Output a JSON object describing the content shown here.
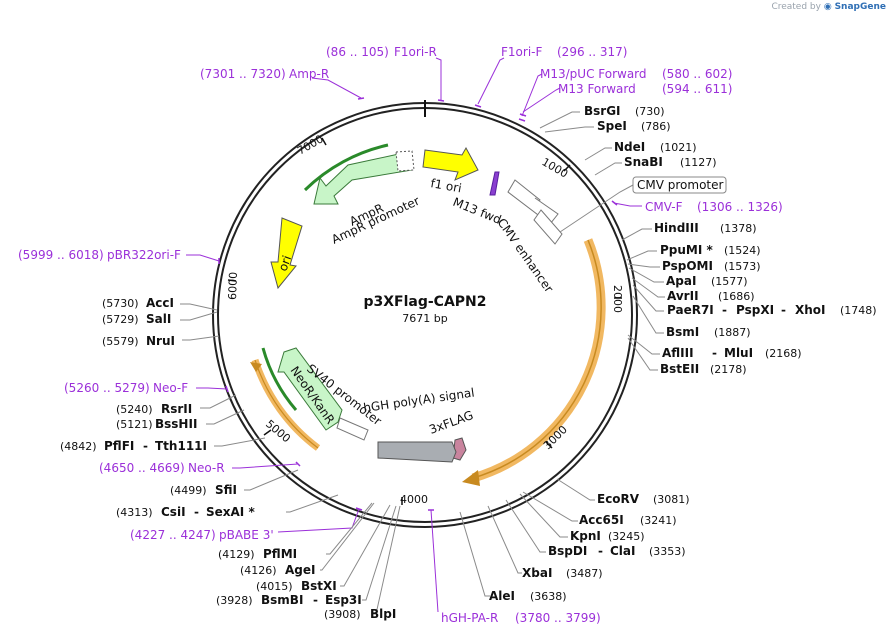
{
  "credit": {
    "prefix": "Created by",
    "brand": "SnapGene"
  },
  "plasmid": {
    "name": "p3XFlag-CAPN2",
    "size": "7671 bp"
  },
  "ticks": [
    "1000",
    "2000",
    "3000",
    "4000",
    "5000",
    "6000",
    "7000"
  ],
  "features": [
    {
      "id": "f1ori",
      "label": "f1 ori",
      "color": "#ffff00"
    },
    {
      "id": "m13fwd",
      "label": "M13 fwd",
      "color": "#8a3fd0"
    },
    {
      "id": "cmvenh",
      "label": "CMV enhancer",
      "color": "#ffffff"
    },
    {
      "id": "cmvprom",
      "label": "CMV promoter",
      "color": "#ffffff"
    },
    {
      "id": "capn2",
      "label": "",
      "color": "#f5c77e"
    },
    {
      "id": "flag",
      "label": "3xFLAG",
      "color": "#c9849e"
    },
    {
      "id": "hgh",
      "label": "hGH poly(A) signal",
      "color": "#a9adb2"
    },
    {
      "id": "sv40",
      "label": "SV40 promoter",
      "color": "#ffffff"
    },
    {
      "id": "neor",
      "label": "NeoR/KanR",
      "color": "#c8f5c8"
    },
    {
      "id": "ori",
      "label": "ori",
      "color": "#ffff00"
    },
    {
      "id": "ampr",
      "label": "AmpR",
      "color": "#c8f5c8"
    },
    {
      "id": "amprprom",
      "label": "AmpR promoter",
      "color": "#ffffff"
    }
  ],
  "primers": [
    {
      "range": "(86 .. 105)",
      "name": "F1ori-R"
    },
    {
      "range": "(296 .. 317)",
      "name": "F1ori-F"
    },
    {
      "range": "(7301 .. 7320)",
      "name": "Amp-R"
    },
    {
      "range": "(580 .. 602)",
      "name": "M13/pUC Forward"
    },
    {
      "range": "(594 .. 611)",
      "name": "M13 Forward"
    },
    {
      "range": "(1306 .. 1326)",
      "name": "CMV-F"
    },
    {
      "range": "(5999 .. 6018)",
      "name": "pBR322ori-F"
    },
    {
      "range": "(5260 .. 5279)",
      "name": "Neo-F"
    },
    {
      "range": "(4650 .. 4669)",
      "name": "Neo-R"
    },
    {
      "range": "(4227 .. 4247)",
      "name": "pBABE 3'"
    },
    {
      "range": "(3780 .. 3799)",
      "name": "hGH-PA-R"
    }
  ],
  "sites_right": [
    {
      "name": "BsrGI",
      "pos": "(730)"
    },
    {
      "name": "SpeI",
      "pos": "(786)"
    },
    {
      "name": "NdeI",
      "pos": "(1021)"
    },
    {
      "name": "SnaBI",
      "pos": "(1127)"
    },
    {
      "name": "HindIII",
      "pos": "(1378)"
    },
    {
      "name": "PpuMI *",
      "pos": "(1524)"
    },
    {
      "name": "PspOMI",
      "pos": "(1573)"
    },
    {
      "name": "ApaI",
      "pos": "(1577)"
    },
    {
      "name": "AvrII",
      "pos": "(1686)"
    },
    {
      "name": "PaeR7I",
      "name2": "PspXI",
      "name3": "XhoI",
      "pos": "(1748)"
    },
    {
      "name": "BsmI",
      "pos": "(1887)"
    },
    {
      "name": "AflIII",
      "name2": "MluI",
      "pos": "(2168)"
    },
    {
      "name": "BstEII",
      "pos": "(2178)"
    },
    {
      "name": "EcoRV",
      "pos": "(3081)"
    },
    {
      "name": "Acc65I",
      "pos": "(3241)"
    },
    {
      "name": "KpnI",
      "pos": "(3245)"
    },
    {
      "name": "BspDI",
      "name2": "ClaI",
      "pos": "(3353)"
    },
    {
      "name": "XbaI",
      "pos": "(3487)"
    },
    {
      "name": "AleI",
      "pos": "(3638)"
    }
  ],
  "sites_left": [
    {
      "pos": "(5730)",
      "name": "AccI"
    },
    {
      "pos": "(5729)",
      "name": "SalI"
    },
    {
      "pos": "(5579)",
      "name": "NruI"
    },
    {
      "pos": "(5240)",
      "name": "RsrII"
    },
    {
      "pos": "(5121)",
      "name": "BssHII"
    },
    {
      "pos": "(4842)",
      "name": "PflFI",
      "name2": "Tth111I"
    },
    {
      "pos": "(4499)",
      "name": "SfiI"
    },
    {
      "pos": "(4313)",
      "name": "CsiI",
      "name2": "SexAI *"
    },
    {
      "pos": "(4129)",
      "name": "PflMI"
    },
    {
      "pos": "(4126)",
      "name": "AgeI"
    },
    {
      "pos": "(4015)",
      "name": "BstXI"
    },
    {
      "pos": "(3928)",
      "name": "BsmBI",
      "name2": "Esp3I"
    },
    {
      "pos": "(3908)",
      "name": "BlpI"
    }
  ]
}
